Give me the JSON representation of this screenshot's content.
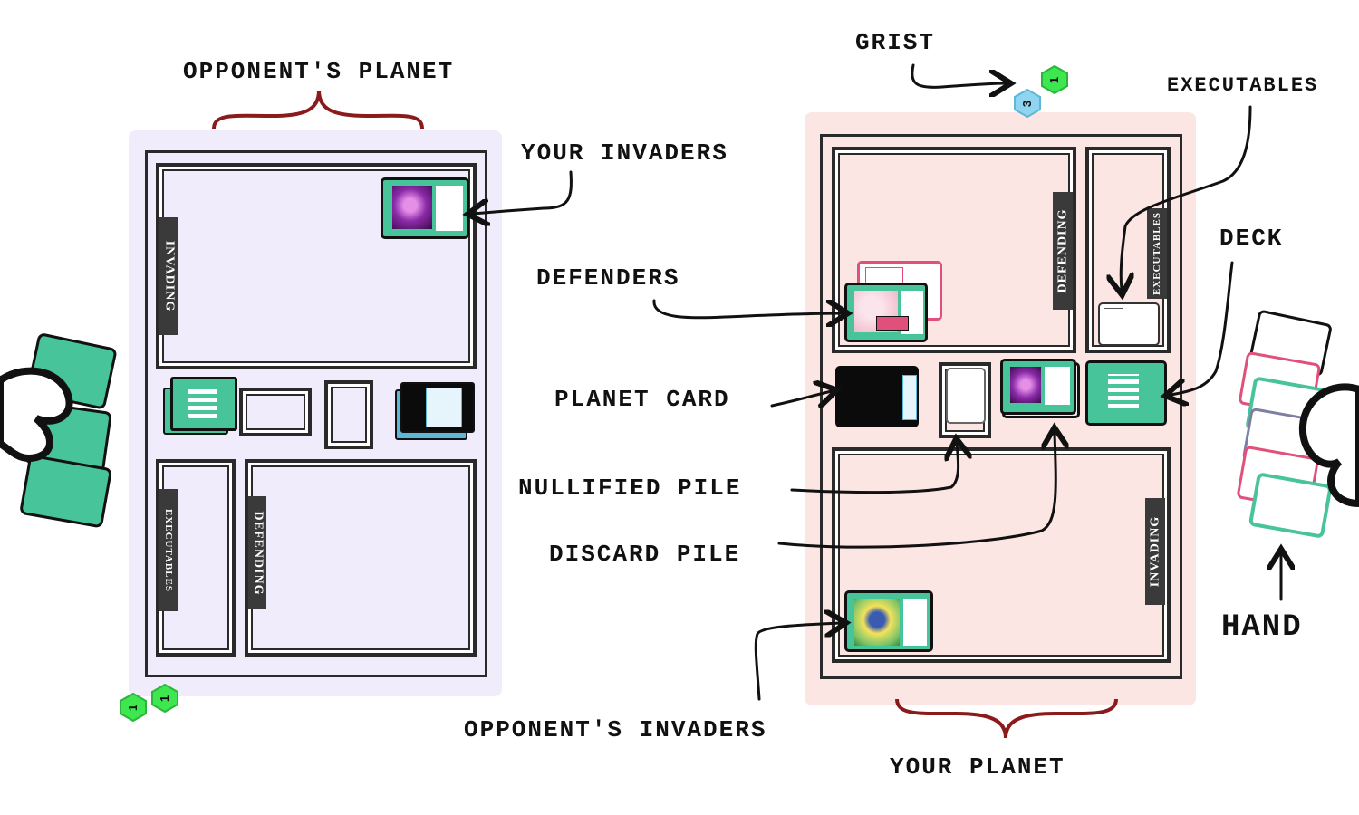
{
  "labels": {
    "opponents_planet": "OPPONENT'S PLANET",
    "your_invaders": "YOUR INVADERS",
    "defenders": "DEFENDERS",
    "planet_card": "PLANET CARD",
    "nullified_pile": "NULLIFIED PILE",
    "discard_pile": "DISCARD PILE",
    "opponents_invaders": "OPPONENT'S INVADERS",
    "your_planet": "YOUR PLANET",
    "grist": "GRIST",
    "executables": "EXECUTABLES",
    "deck": "DECK",
    "hand": "HAND"
  },
  "zone_tabs": {
    "invading": "INVADING",
    "defending": "DEFENDING",
    "executables": "EXECUTABLES"
  },
  "grist_tokens": {
    "your_planet": [
      "1",
      "3"
    ],
    "opponent_planet": [
      "1",
      "1"
    ]
  },
  "colors": {
    "opponent_board": "#f0ecfb",
    "your_board": "#fbe6e4",
    "card_green": "#47c49a",
    "card_pink": "#e0507a",
    "card_blue": "#5bb8d6",
    "token_green": "#3ee650",
    "token_blue": "#8fd4f0",
    "brace": "#8b1a1a"
  },
  "icons": [
    "grist-token-icon",
    "hand-holding-cards-icon",
    "arrow-icon",
    "brace-icon"
  ]
}
